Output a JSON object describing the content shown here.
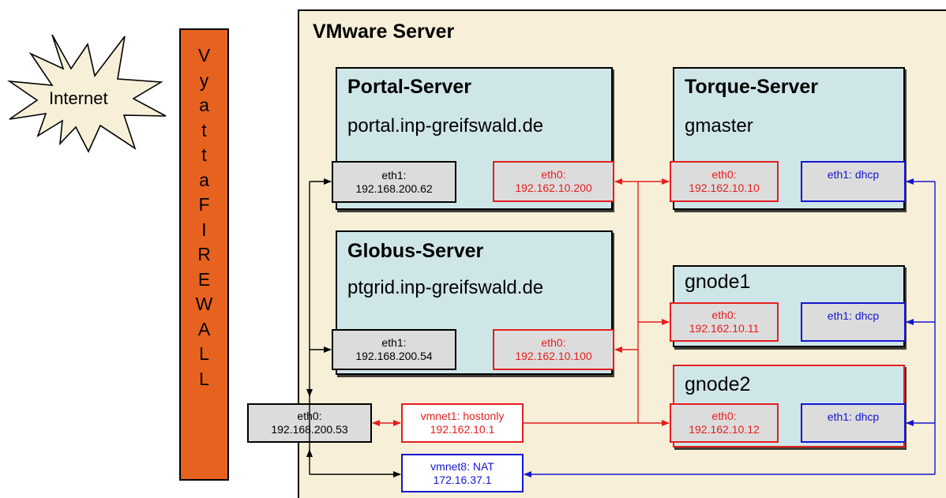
{
  "internet_label": "Internet",
  "firewall_letters": [
    "V",
    "y",
    "a",
    "t",
    "t",
    "a",
    "F",
    "I",
    "R",
    "E",
    "W",
    "A",
    "L",
    "L"
  ],
  "vmware": {
    "title": "VMware Server"
  },
  "portal": {
    "title": "Portal-Server",
    "hostname": "portal.inp-greifswald.de",
    "eth1": [
      "eth1:",
      "192.168.200.62"
    ],
    "eth0": [
      "eth0:",
      "192.162.10.200"
    ]
  },
  "globus": {
    "title": "Globus-Server",
    "hostname": "ptgrid.inp-greifswald.de",
    "eth1": [
      "eth1:",
      "192.168.200.54"
    ],
    "eth0": [
      "eth0:",
      "192.162.10.100"
    ]
  },
  "torque": {
    "title": "Torque-Server",
    "hostname": "gmaster",
    "eth0": [
      "eth0:",
      "192.162.10.10"
    ],
    "eth1": "eth1: dhcp"
  },
  "gnode1": {
    "title": "gnode1",
    "eth0": [
      "eth0:",
      "192.162.10.11"
    ],
    "eth1": "eth1: dhcp"
  },
  "gnode2": {
    "title": "gnode2",
    "eth0": [
      "eth0:",
      "192.162.10.12"
    ],
    "eth1": "eth1: dhcp"
  },
  "host_eth0": [
    "eth0:",
    "192.168.200.53"
  ],
  "vmnet1": [
    "vmnet1: hostonly",
    "192.162.10.1"
  ],
  "vmnet8": [
    "vmnet8: NAT",
    "172.16.37.1"
  ],
  "colors": {
    "firewall": "#e8621f",
    "vm_box": "#cfe6e9",
    "vmware_bg": "#f7efd8",
    "red_link": "#e41e1e",
    "blue_link": "#1515d0"
  }
}
